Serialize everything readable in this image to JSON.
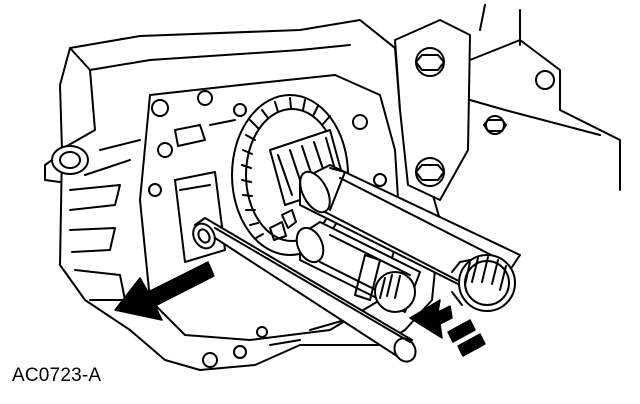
{
  "figure": {
    "id_label": "AC0723-A"
  },
  "colors": {
    "ink": "#000000",
    "paper": "#ffffff"
  },
  "drawing": {
    "subject_parts": [
      "transmission-case",
      "input-shaft",
      "countershaft",
      "rod-tool"
    ],
    "arrows": [
      "solid-arrow",
      "dashed-arrow"
    ]
  }
}
